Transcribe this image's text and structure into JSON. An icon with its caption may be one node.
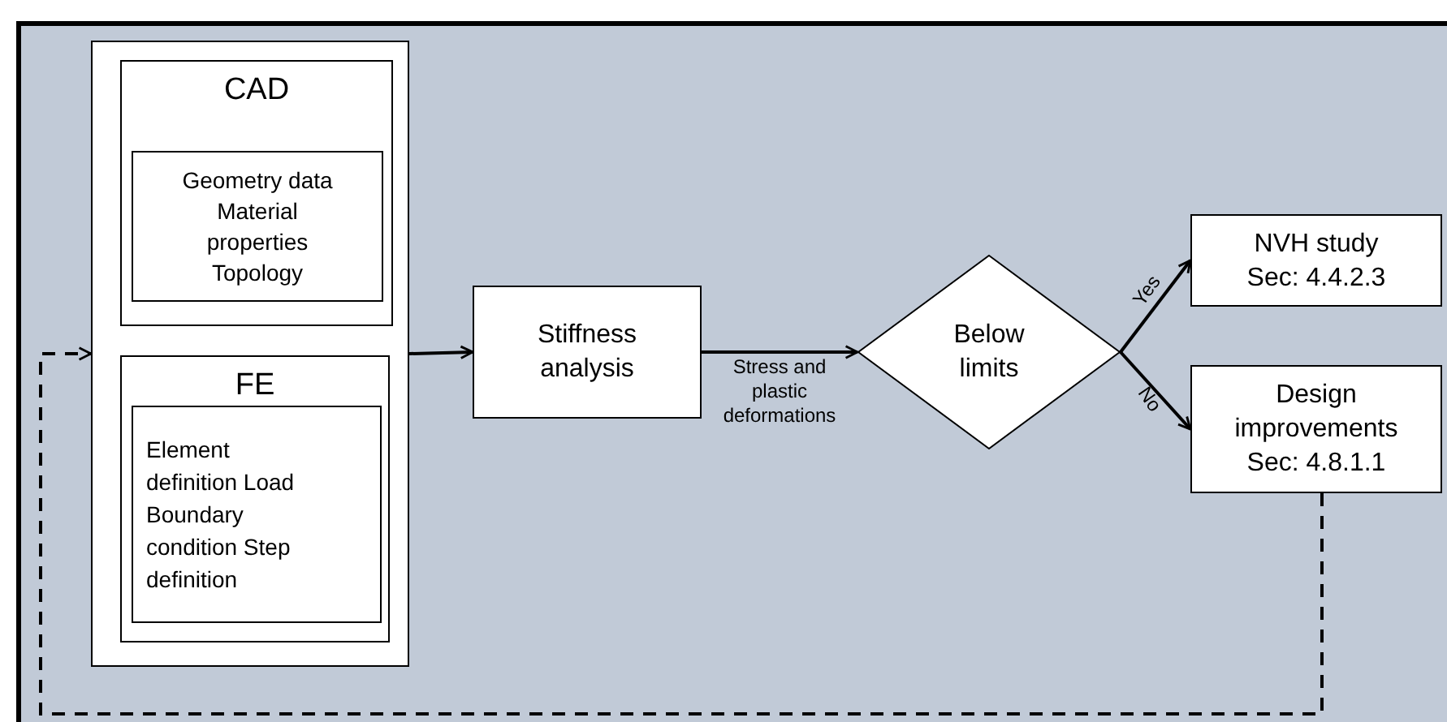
{
  "diagram": {
    "nodes": [
      {
        "text": [],
        "shape": "box"
      },
      {
        "text": [
          "CAD"
        ],
        "in": 0
      },
      {
        "text": [
          "Geometry data Material properties Topology"
        ],
        "in": 1
      },
      {
        "text": [
          "FE"
        ],
        "in": 0
      },
      {
        "text": [
          "Element definition Load Boundary condition Step definition"
        ],
        "in": 3
      },
      {
        "text": [
          "Stiffness analysis"
        ]
      },
      {
        "text": [
          "Below limits"
        ]
      },
      {
        "text": [
          "NVH study Sec: 4.4.2.3"
        ]
      },
      {
        "text": [
          "Design improvements Sec: 4.8.1.1"
        ]
      }
    ],
    "edges": [
      {
        "from": 0,
        "to": 5,
        "arrow": "to"
      },
      {
        "from": 5,
        "to": 6,
        "arrow": "to",
        "label": "Stress and plastic deformations"
      },
      {
        "from": 6,
        "to": 7,
        "arrow": "to",
        "label": "Yes"
      },
      {
        "from": 6,
        "to": 8,
        "arrow": "to",
        "label": "No"
      },
      {
        "from": 8,
        "to": 0,
        "arrow": "to",
        "style": "dashed"
      }
    ]
  }
}
